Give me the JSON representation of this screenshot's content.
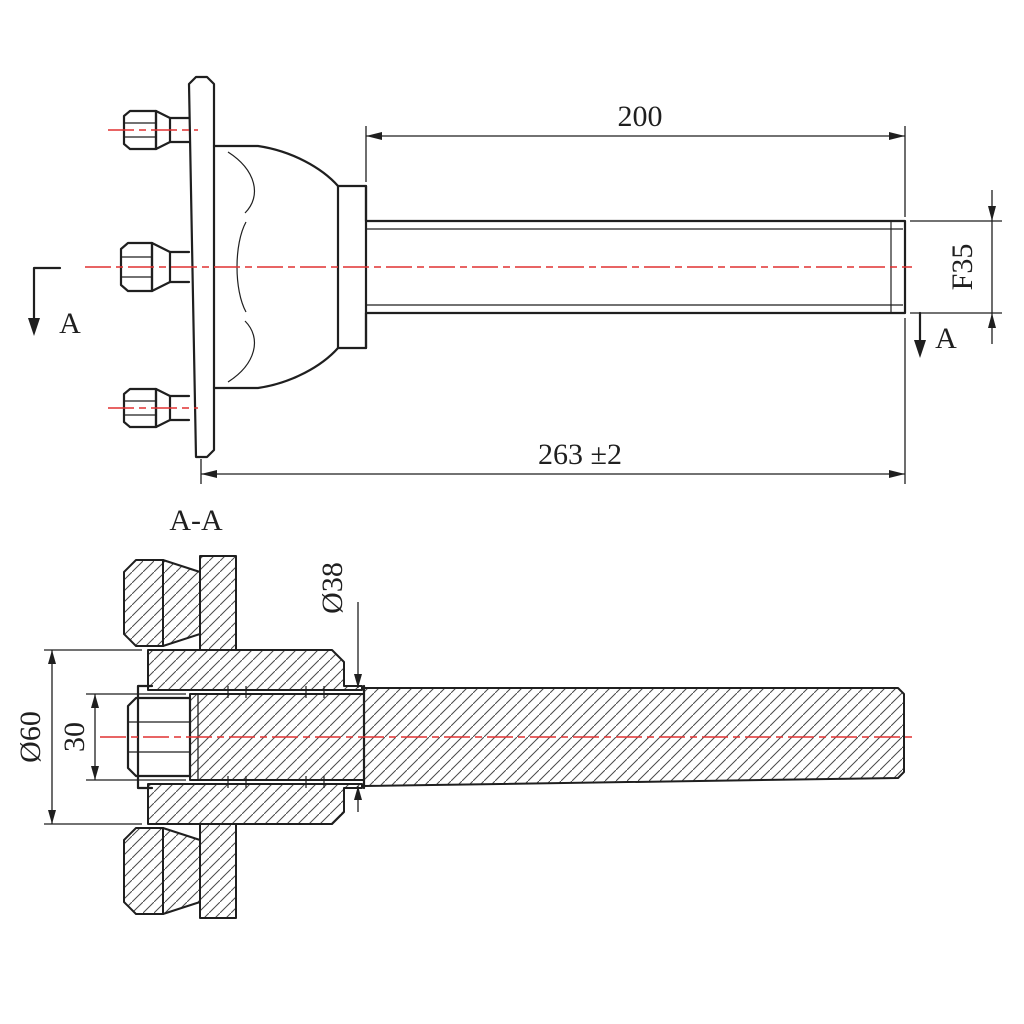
{
  "drawing": {
    "side_view": {
      "dim_length": "200",
      "dim_overall": "263 ±2",
      "dim_diameter": "F35",
      "section_letter_left": "A",
      "section_letter_right": "A"
    },
    "section_view": {
      "title": "A-A",
      "dim_d38": "Ø38",
      "dim_d60": "Ø60",
      "dim_30": "30"
    },
    "colors": {
      "line": "#1f1f1f",
      "centerline": "#e03131",
      "background": "#ffffff"
    }
  }
}
